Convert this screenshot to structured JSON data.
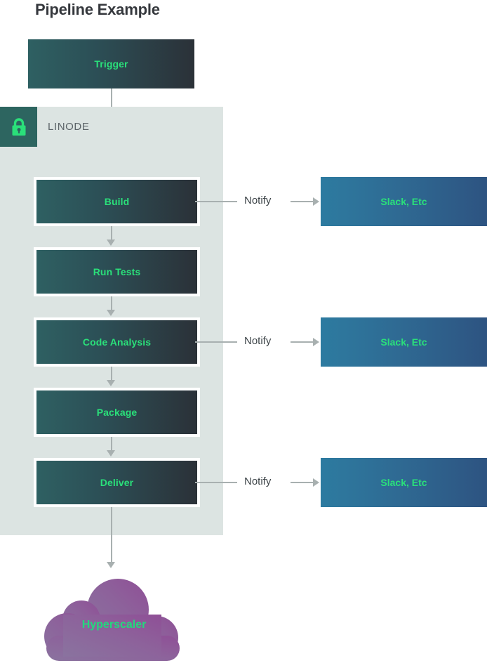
{
  "page": {
    "title": "Pipeline Example",
    "background": "#ffffff"
  },
  "colors": {
    "title_text": "#35383d",
    "stage_gradient_start": "#2e6062",
    "stage_gradient_end": "#2b3138",
    "stage_label": "#2ae07a",
    "notify_gradient_start": "#2d7ba0",
    "notify_gradient_end": "#2d5280",
    "panel_background": "#dce4e2",
    "badge_background": "#2d6560",
    "lock_icon": "#2ae07a",
    "connector": "#a8b0b0",
    "cloud_gradient_start": "#8a739f",
    "cloud_gradient_end": "#8f4f96",
    "cloud_label": "#22d97d",
    "panel_label": "#5c6468"
  },
  "trigger": {
    "label": "Trigger"
  },
  "linode_panel": {
    "label": "LINODE",
    "icon": "lock-icon"
  },
  "pipeline": {
    "stages": [
      {
        "label": "Build",
        "notifies": true
      },
      {
        "label": "Run Tests",
        "notifies": false
      },
      {
        "label": "Code Analysis",
        "notifies": true
      },
      {
        "label": "Package",
        "notifies": false
      },
      {
        "label": "Deliver",
        "notifies": true
      }
    ]
  },
  "notify": {
    "edge_label": "Notify",
    "targets": [
      {
        "label": "Slack, Etc"
      },
      {
        "label": "Slack, Etc"
      },
      {
        "label": "Slack, Etc"
      }
    ]
  },
  "cloud": {
    "label": "Hyperscaler"
  }
}
